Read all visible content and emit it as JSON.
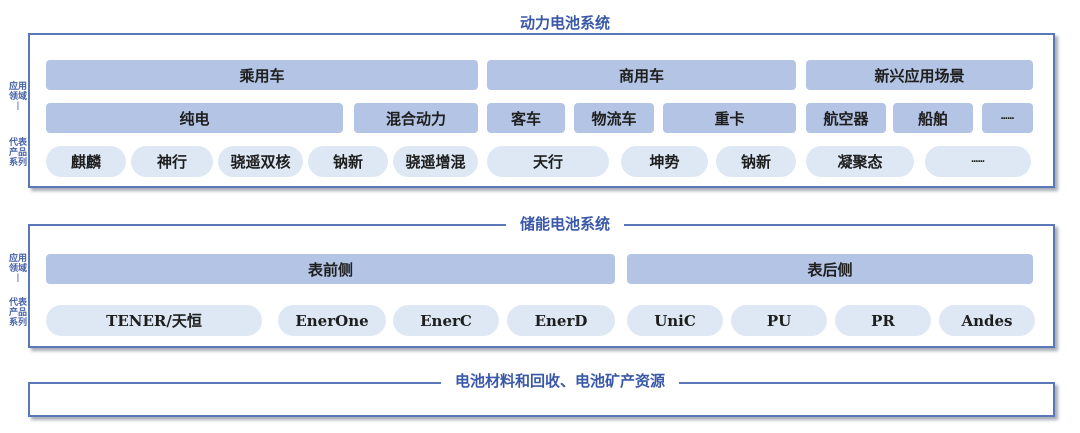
{
  "power": {
    "title": "动力电池系统",
    "side_top": [
      "应用",
      "领域"
    ],
    "side_bottom": [
      "代表",
      "产品",
      "系列"
    ],
    "categories": [
      "乘用车",
      "商用车",
      "新兴应用场景"
    ],
    "subcategories": [
      "纯电",
      "混合动力",
      "客车",
      "物流车",
      "重卡",
      "航空器",
      "船舶",
      "┅┅"
    ],
    "products": [
      "麒麟",
      "神行",
      "骁遥双核",
      "钠新",
      "骁遥增混",
      "天行",
      "坤势",
      "钠新",
      "凝聚态",
      "┅┅"
    ]
  },
  "storage": {
    "title": "储能电池系统",
    "side_top": [
      "应用",
      "领域"
    ],
    "side_bottom": [
      "代表",
      "产品",
      "系列"
    ],
    "categories": [
      "表前侧",
      "表后侧"
    ],
    "products": [
      "TENER/天恒",
      "EnerOne",
      "EnerC",
      "EnerD",
      "UniC",
      "PU",
      "PR",
      "Andes"
    ]
  },
  "materials": {
    "title": "电池材料和回收、电池矿产资源"
  }
}
